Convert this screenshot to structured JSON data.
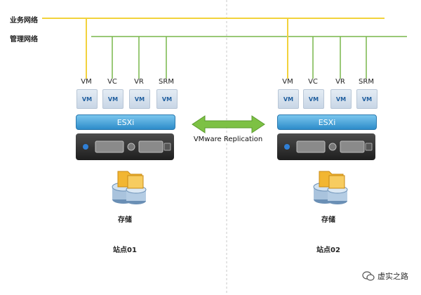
{
  "networks": {
    "business": "业务网络",
    "management": "管理网络"
  },
  "vm_labels": [
    "VM",
    "VC",
    "VR",
    "SRM"
  ],
  "vm_box_label": "VM",
  "hypervisor": "ESXi",
  "storage_label": "存储",
  "site_labels": [
    "站点01",
    "站点02"
  ],
  "replication_label": "VMware Replication",
  "watermark": "虚实之路",
  "colors": {
    "business_line": "#f2d23c",
    "management_line": "#79b74a",
    "arrow": "#7dc144",
    "esxi": "#3e9ad6"
  }
}
